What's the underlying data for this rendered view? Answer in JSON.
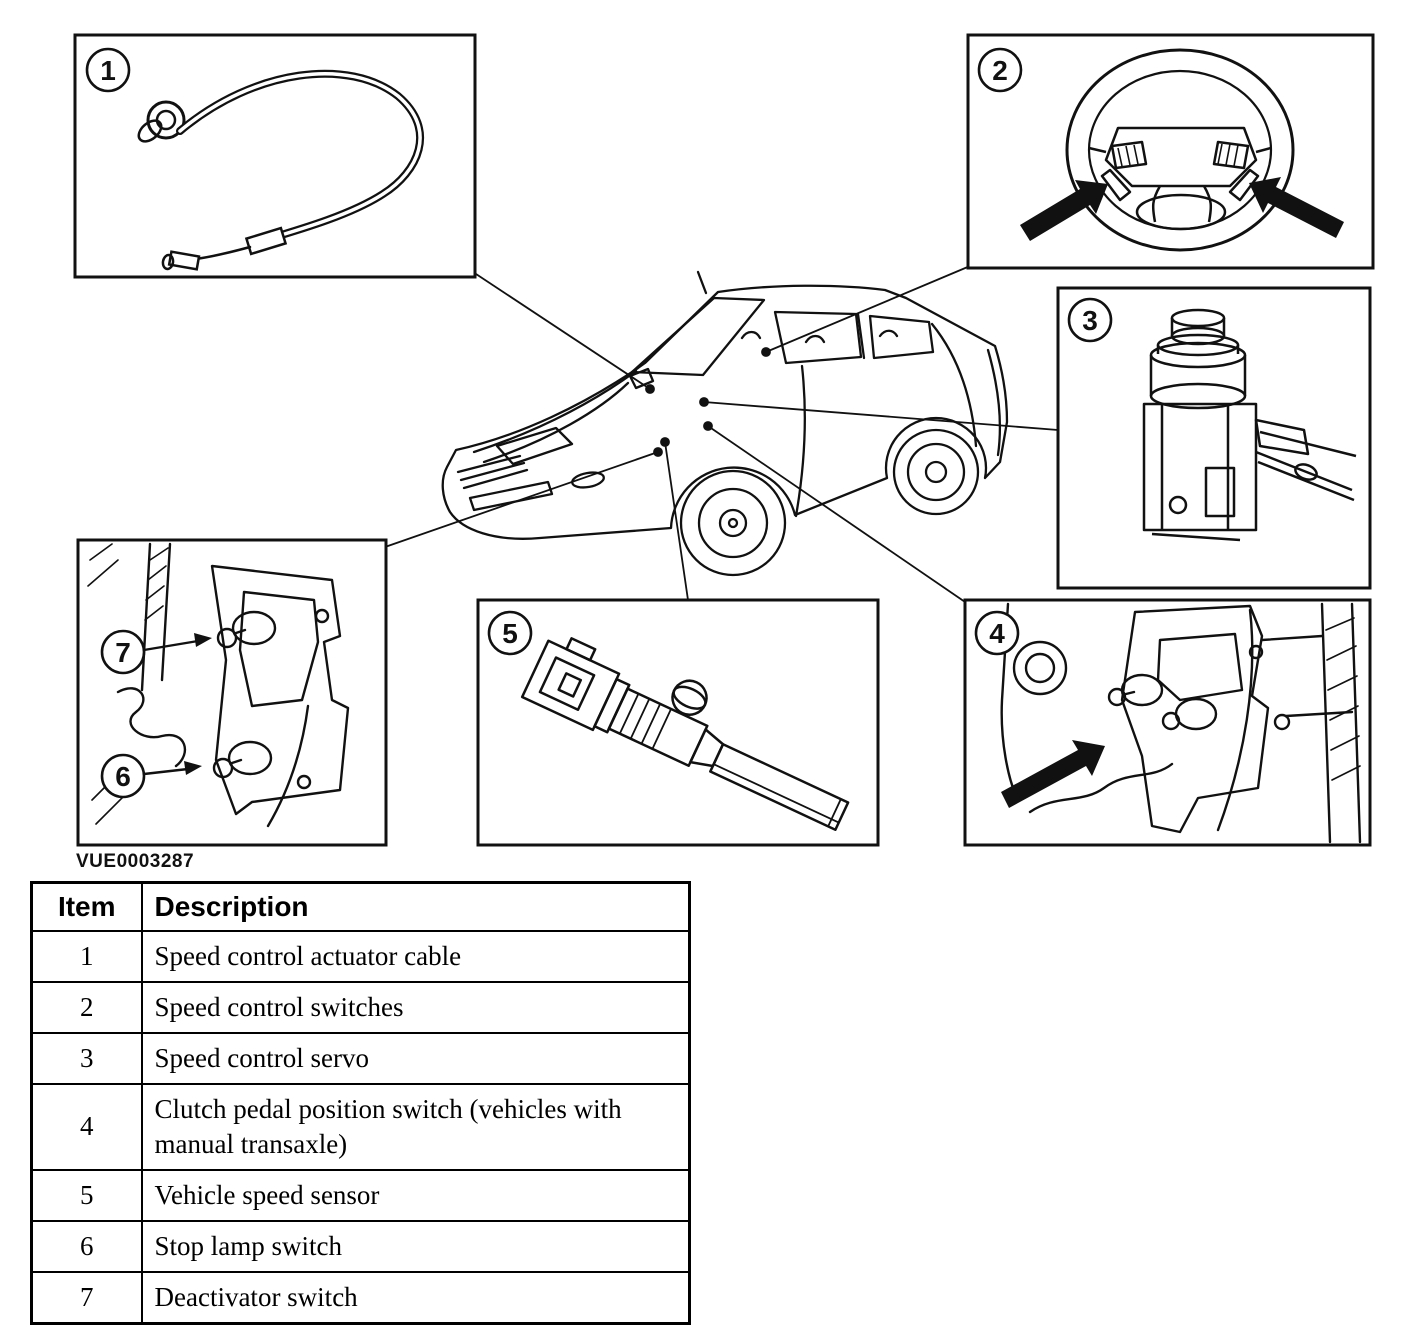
{
  "colors": {
    "ink": "#111111",
    "paper": "#ffffff"
  },
  "figure": {
    "code": "VUE0003287",
    "callouts": [
      "1",
      "2",
      "3",
      "4",
      "5",
      "6",
      "7"
    ]
  },
  "table": {
    "headers": [
      "Item",
      "Description"
    ],
    "rows": [
      {
        "item": "1",
        "description": "Speed control actuator cable"
      },
      {
        "item": "2",
        "description": "Speed control switches"
      },
      {
        "item": "3",
        "description": "Speed control servo"
      },
      {
        "item": "4",
        "description": "Clutch pedal position switch (vehicles with manual transaxle)"
      },
      {
        "item": "5",
        "description": "Vehicle speed sensor"
      },
      {
        "item": "6",
        "description": "Stop lamp switch"
      },
      {
        "item": "7",
        "description": "Deactivator switch"
      }
    ]
  }
}
